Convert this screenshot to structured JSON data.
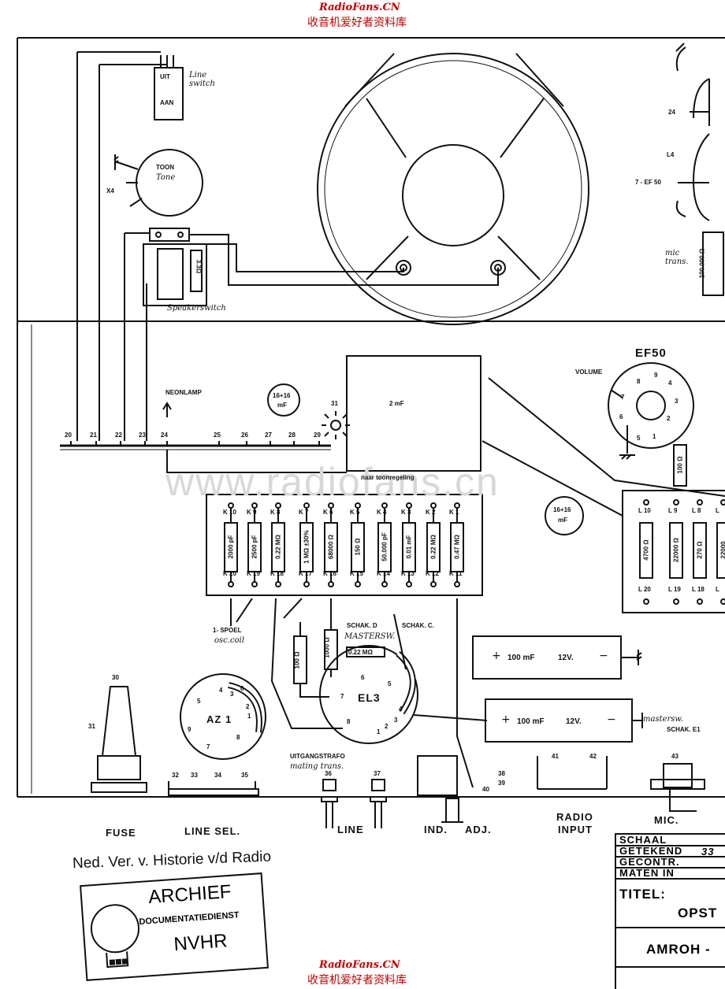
{
  "watermark_top": {
    "brand": "RadioFans.CN",
    "cn": "收音机爱好者资料库"
  },
  "watermark_bottom": {
    "brand": "RadioFans.CN",
    "cn": "收音机爱好者资料库"
  },
  "watermark_center": "www.radiofans.cn",
  "switch_line": {
    "uit": "UIT",
    "aan": "AAN",
    "note": "Line switch"
  },
  "tone_control": {
    "label": "TOON",
    "note": "Tone",
    "terminal": "X4"
  },
  "speaker_switch_note": "Speakerswitch",
  "speaker_resistor": "3.3Ω",
  "neonlamp": "NEONLAMP",
  "capacitor_16_top": {
    "value": "16+16",
    "unit": "mF"
  },
  "capacitor_16_right": {
    "value": "16+16",
    "unit": "mF"
  },
  "cap_2mf": "2 mF",
  "terminal_31": "31",
  "strip_terminals": [
    "20",
    "21",
    "22",
    "23",
    "24",
    "25",
    "26",
    "27",
    "28",
    "29"
  ],
  "naar_toonregeling": "naar toonregeling",
  "k_top": [
    "K 10",
    "K 9",
    "K 8",
    "K 7",
    "K 6",
    "K 5",
    "K 4",
    "K 3",
    "K 2",
    "K 1"
  ],
  "k_bottom": [
    "K 20",
    "K 19",
    "K 18",
    "K 17",
    "K 16",
    "K 15",
    "K 14",
    "K 13",
    "K 12",
    "K 11"
  ],
  "k_values": [
    "2000 pF",
    "2500 pF",
    "0.22 MΩ",
    "1 MΩ ±30%",
    "68000 Ω",
    "150 Ω",
    "50.000 pF",
    "0.01 mF",
    "0.22 MΩ",
    "0.47 MΩ"
  ],
  "spoel": {
    "label": "1- SPOEL",
    "note": "osc.coil"
  },
  "r_100": "100 Ω",
  "r_1000": "1000 Ω",
  "r_022": "0.22 MΩ",
  "schak_d": {
    "label": "SCHAK. D",
    "note": "MASTERSW."
  },
  "schak_c": "SCHAK. C.",
  "tube_el3": {
    "name": "EL3",
    "pins": [
      "1",
      "2",
      "3",
      "4",
      "5",
      "6",
      "7",
      "8"
    ]
  },
  "tube_az1": {
    "name": "AZ 1",
    "pins": [
      "1",
      "2",
      "3",
      "4",
      "5",
      "6",
      "7",
      "8",
      "9"
    ]
  },
  "uitgangstrafo": {
    "label": "UITGANGSTRAFO",
    "note": "mating trans."
  },
  "el_caps": [
    {
      "value": "100 mF",
      "volt": "12V."
    },
    {
      "value": "100 mF",
      "volt": "12V."
    }
  ],
  "ef50": {
    "name": "EF50",
    "volume": "VOLUME",
    "pins": [
      "1",
      "2",
      "3",
      "4",
      "5",
      "6",
      "7",
      "8",
      "9"
    ]
  },
  "r_100_ef50": "100 Ω",
  "l_top": [
    "L 10",
    "L 9",
    "L 8",
    "L"
  ],
  "l_bottom": [
    "L 20",
    "L 19",
    "L 18",
    "L"
  ],
  "l_values": [
    "4700 Ω",
    "22000 Ω",
    "270 Ω",
    "22000"
  ],
  "right_labels": {
    "t24": "24",
    "l4": "L4",
    "ef50_ref": "7 - EF 50",
    "r100000": "100.000 Ω",
    "mic_note": "mic trans."
  },
  "terminals_bottom": [
    "30",
    "31",
    "32",
    "33",
    "34",
    "35",
    "36",
    "37",
    "38",
    "39",
    "40",
    "41",
    "42",
    "43"
  ],
  "masterswitch_note": "mastersw.",
  "schak_e1": "SCHAK. E1",
  "panel_labels": {
    "fuse": "FUSE",
    "line_sel": "LINE SEL.",
    "line": "LINE",
    "ind": "IND.",
    "adj": "ADJ.",
    "radio": "RADIO",
    "input": "INPUT",
    "mic": "MIC."
  },
  "archive_heading": "Ned. Ver. v. Historie v/d Radio",
  "stamp": {
    "line1": "ARCHIEF",
    "line2": "DOCUMENTATIEDIENST",
    "line3": "NVHR"
  },
  "title_block": {
    "schaal": "SCHAAL",
    "getekend": "GETEKEND",
    "getekend_val": "33",
    "gecontr": "GECONTR.",
    "maten": "MATEN IN",
    "titel": "TITEL:",
    "opst": "OPST",
    "amroh": "AMROH -"
  }
}
